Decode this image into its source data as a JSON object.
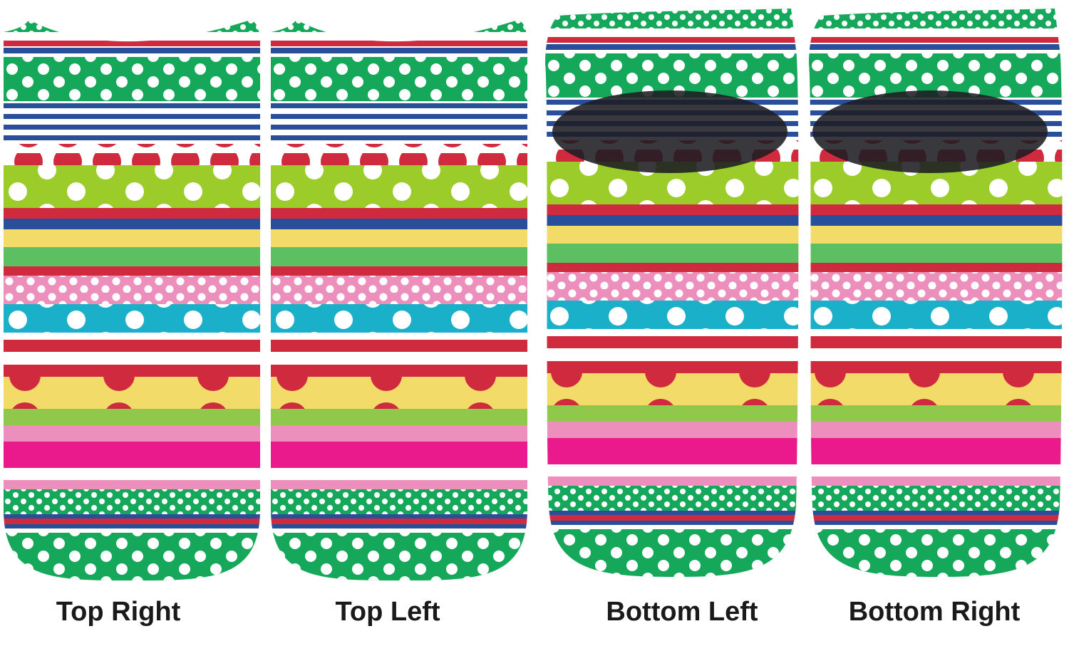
{
  "views": [
    {
      "label": "Top Right"
    },
    {
      "label": "Top Left"
    },
    {
      "label": "Bottom Left"
    },
    {
      "label": "Bottom Right"
    }
  ],
  "colors": {
    "green": "#16a85a",
    "red": "#d02a3e",
    "blue": "#2a4f9a",
    "lime": "#9ccc2a",
    "yellow": "#f3db6a",
    "mid_green": "#5cbf62",
    "pink": "#ec8fbd",
    "cyan": "#1bb0c9",
    "magenta": "#ea1a8c",
    "heel": "#1c1c22"
  }
}
